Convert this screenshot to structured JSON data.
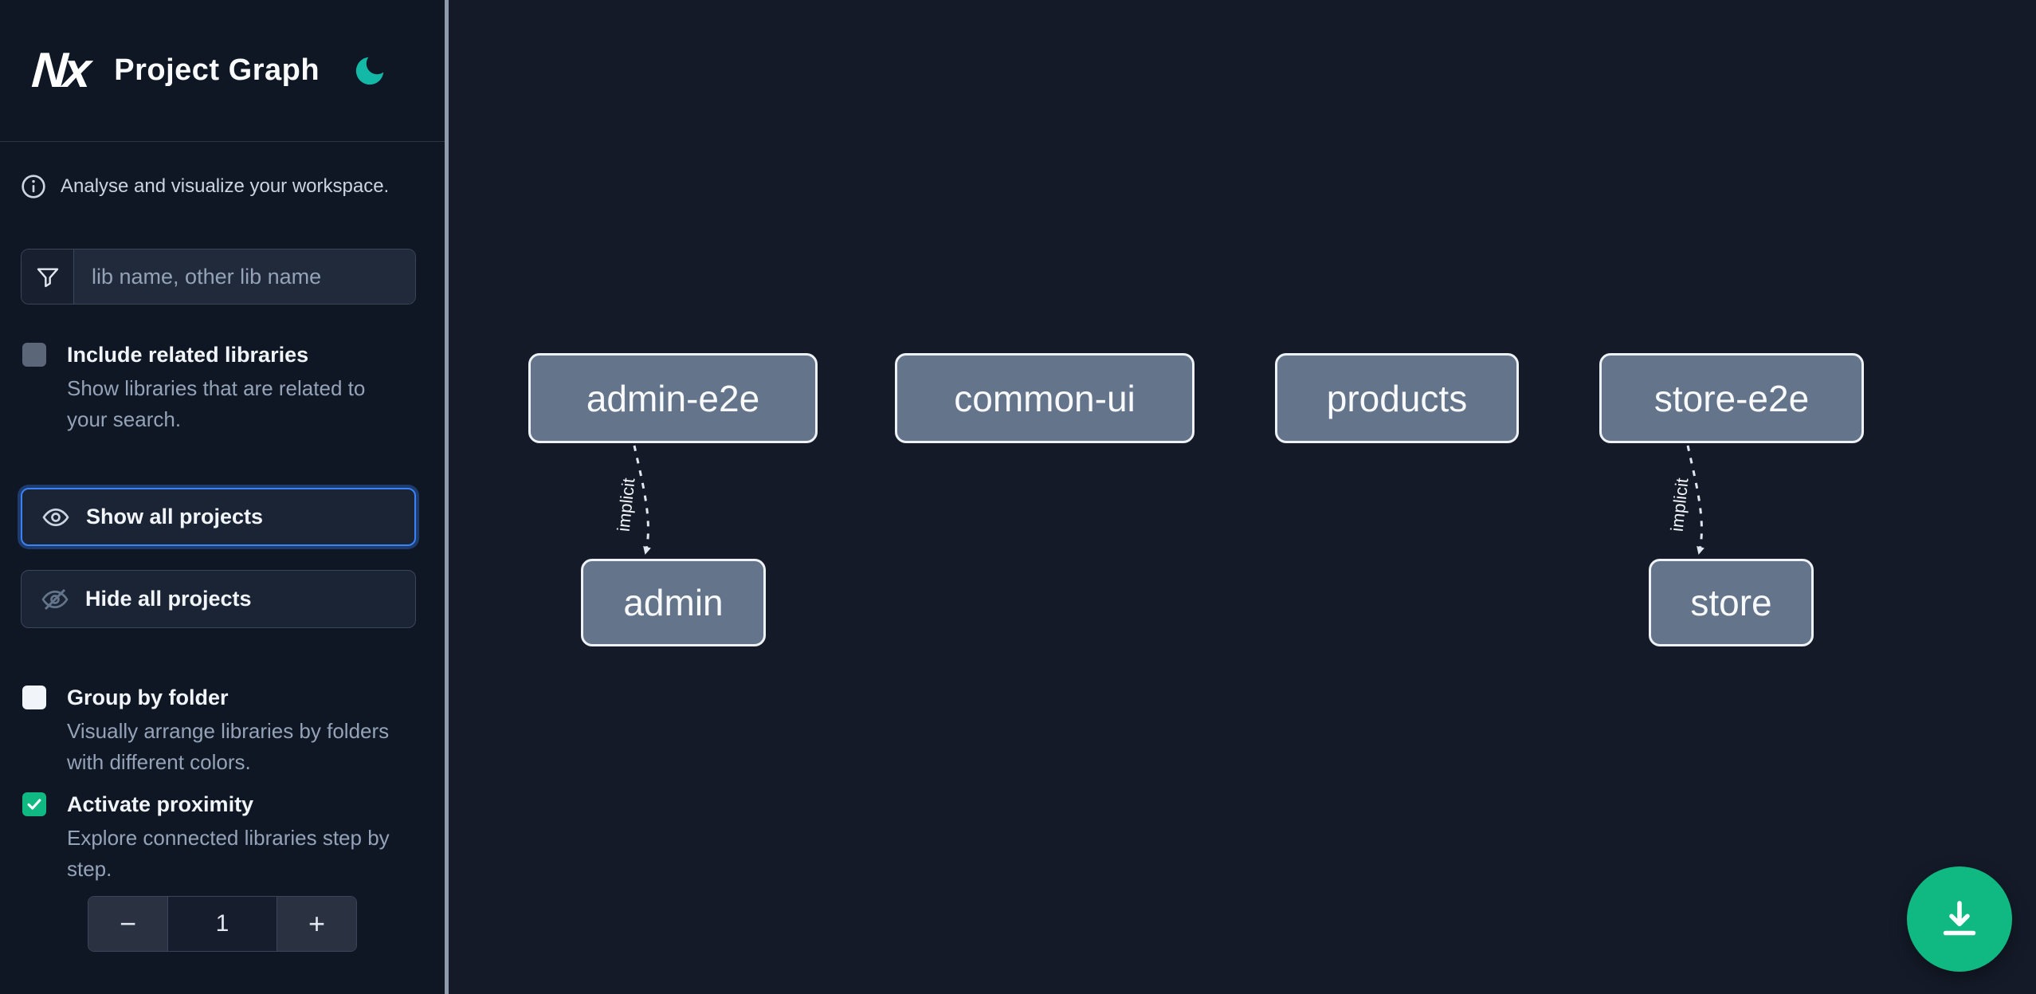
{
  "app": {
    "logo_text": "Nx",
    "title": "Project Graph"
  },
  "sidebar": {
    "tagline": "Analyse and visualize your workspace.",
    "search": {
      "placeholder": "lib name, other lib name",
      "value": ""
    },
    "include_related": {
      "label": "Include related libraries",
      "description": "Show libraries that are related to your search.",
      "checked": false
    },
    "show_all": {
      "label": "Show all projects",
      "focused": true
    },
    "hide_all": {
      "label": "Hide all projects"
    },
    "group_by_folder": {
      "label": "Group by folder",
      "description": "Visually arrange libraries by folders with different colors.",
      "checked": false
    },
    "proximity": {
      "label": "Activate proximity",
      "description": "Explore connected libraries step by step.",
      "checked": true
    },
    "stepper": {
      "decrement": "−",
      "value": "1",
      "increment": "+"
    }
  },
  "graph": {
    "nodes": [
      {
        "id": "admin-e2e",
        "label": "admin-e2e"
      },
      {
        "id": "common-ui",
        "label": "common-ui"
      },
      {
        "id": "products",
        "label": "products"
      },
      {
        "id": "store-e2e",
        "label": "store-e2e"
      },
      {
        "id": "admin",
        "label": "admin"
      },
      {
        "id": "store",
        "label": "store"
      }
    ],
    "edges": [
      {
        "source": "admin-e2e",
        "target": "admin",
        "label": "implicit",
        "style": "dashed"
      },
      {
        "source": "store-e2e",
        "target": "store",
        "label": "implicit",
        "style": "dashed"
      }
    ]
  },
  "icons": {
    "theme": "moon-icon",
    "tagline": "info-icon",
    "search": "filter-funnel-icon",
    "show_all": "eye-icon",
    "hide_all": "eye-off-icon",
    "fab": "download-icon",
    "proximity_check": "checkmark-icon"
  },
  "colors": {
    "focus_ring": "#3b82f6",
    "checked_green": "#10b981",
    "moon_teal": "#14b8a6",
    "node_fill": "#64748b",
    "fab_green": "#10b981",
    "sidebar_bg": "#0f1624",
    "canvas_bg": "#141a28"
  }
}
